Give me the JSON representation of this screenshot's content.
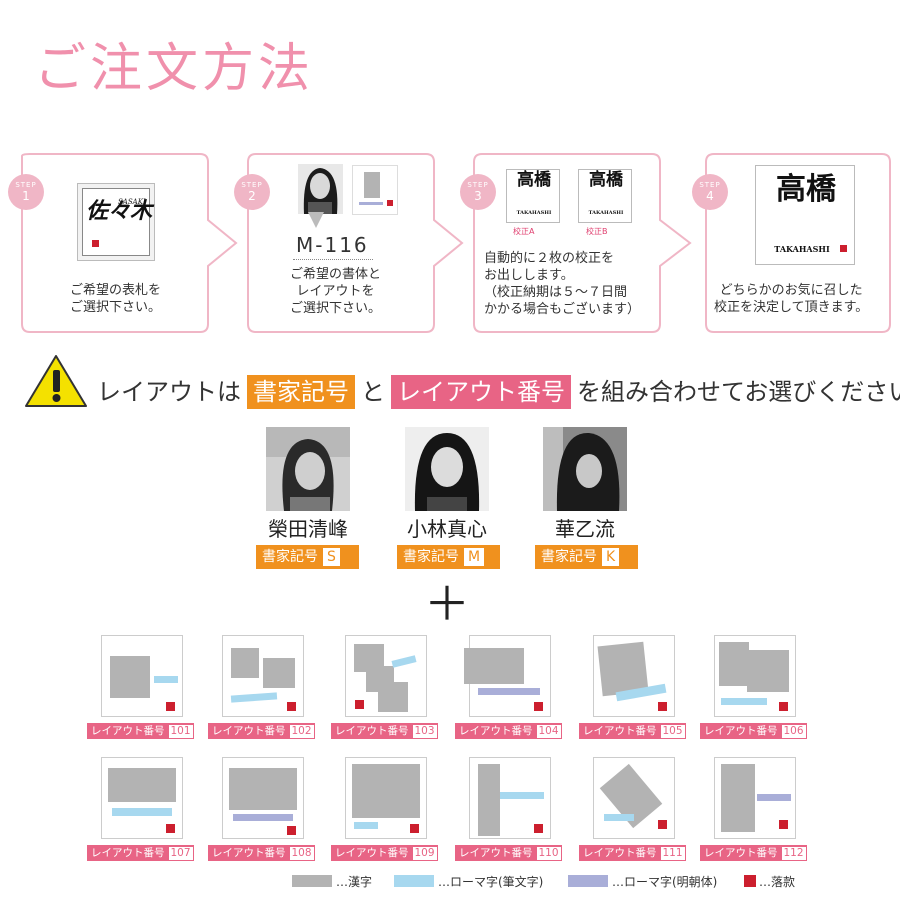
{
  "page": {
    "title": "ご注文方法"
  },
  "steps": [
    {
      "label": "STEP",
      "num": "1",
      "text": [
        "ご希望の表札を",
        "ご選択下さい。"
      ],
      "sample": {
        "kanji": "佐々木",
        "romaji": "SASAKI"
      }
    },
    {
      "label": "STEP",
      "num": "2",
      "text": [
        "ご希望の書体と",
        "レイアウトを",
        "ご選択下さい。"
      ],
      "code": "M-116"
    },
    {
      "label": "STEP",
      "num": "3",
      "text": [
        "自動的に２枚の校正を",
        "お出しします。",
        "（校正納期は５〜７日間",
        "かかる場合もございます）"
      ],
      "proofs": [
        {
          "label": "校正A"
        },
        {
          "label": "校正B"
        }
      ],
      "sample": {
        "kanji": "高橋",
        "romaji": "TAKAHASHI"
      }
    },
    {
      "label": "STEP",
      "num": "4",
      "text": [
        "どちらかのお気に召した",
        "校正を決定して頂きます。"
      ],
      "sample": {
        "kanji": "高橋",
        "romaji": "TAKAHASHI"
      }
    }
  ],
  "warning": {
    "icon": "warning-icon",
    "prefix": "レイアウトは",
    "tag1": "書家記号",
    "middle": "と",
    "tag2": "レイアウト番号",
    "suffix": "を組み合わせてお選びください"
  },
  "calligraphers": [
    {
      "name": "榮田清峰",
      "code_label": "書家記号",
      "code": "S"
    },
    {
      "name": "小林真心",
      "code_label": "書家記号",
      "code": "M"
    },
    {
      "name": "華乙流",
      "code_label": "書家記号",
      "code": "K"
    }
  ],
  "plus": "＋",
  "layouts": [
    {
      "label": "レイアウト番号",
      "num": "101"
    },
    {
      "label": "レイアウト番号",
      "num": "102"
    },
    {
      "label": "レイアウト番号",
      "num": "103"
    },
    {
      "label": "レイアウト番号",
      "num": "104"
    },
    {
      "label": "レイアウト番号",
      "num": "105"
    },
    {
      "label": "レイアウト番号",
      "num": "106"
    },
    {
      "label": "レイアウト番号",
      "num": "107"
    },
    {
      "label": "レイアウト番号",
      "num": "108"
    },
    {
      "label": "レイアウト番号",
      "num": "109"
    },
    {
      "label": "レイアウト番号",
      "num": "110"
    },
    {
      "label": "レイアウト番号",
      "num": "111"
    },
    {
      "label": "レイアウト番号",
      "num": "112"
    }
  ],
  "legend": [
    {
      "label": "…漢字",
      "color": "#b3b3b3"
    },
    {
      "label": "…ローマ字(筆文字)",
      "color": "#a7d8ef"
    },
    {
      "label": "…ローマ字(明朝体)",
      "color": "#a9aed8"
    },
    {
      "label": "…落款",
      "color": "#cc1f2e"
    }
  ],
  "colors": {
    "title": "#f090ac",
    "step_border": "#f0b6c6",
    "orange": "#f0911e",
    "pink": "#e86485",
    "kanji": "#b3b3b3",
    "romaji_brush": "#a7d8ef",
    "romaji_mincho": "#a9aed8",
    "seal": "#cc1f2e"
  }
}
